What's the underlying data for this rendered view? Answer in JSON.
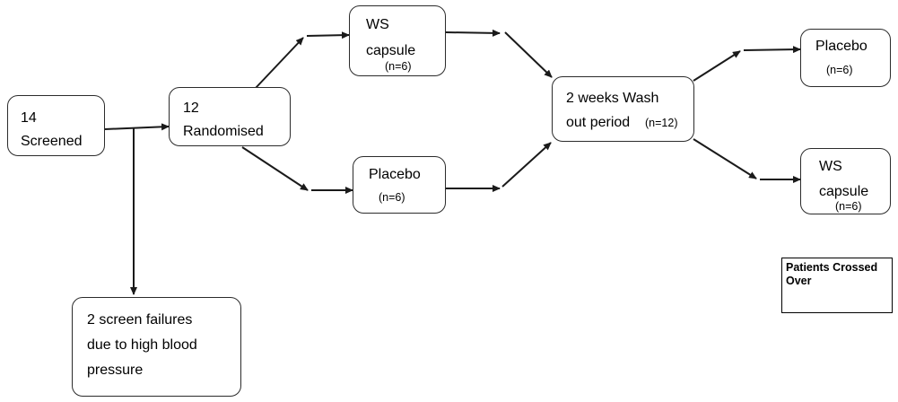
{
  "screened": {
    "number": "14",
    "label": "Screened"
  },
  "randomised": {
    "number": "12",
    "label": "Randomised"
  },
  "screen_failures": {
    "line1": "2 screen failures",
    "line2": "due to high blood",
    "line3": "pressure"
  },
  "ws_capsule_1": {
    "line1": "WS",
    "line2": "capsule",
    "n": "(n=6)"
  },
  "placebo_1": {
    "label": "Placebo",
    "n": "(n=6)"
  },
  "washout": {
    "line1": "2 weeks Wash",
    "line2": "out period",
    "n": "(n=12)"
  },
  "placebo_2": {
    "label": "Placebo",
    "n": "(n=6)"
  },
  "ws_capsule_2": {
    "line1": "WS",
    "line2": "capsule",
    "n": "(n=6)"
  },
  "legend": {
    "text": "Patients Crossed Over"
  }
}
